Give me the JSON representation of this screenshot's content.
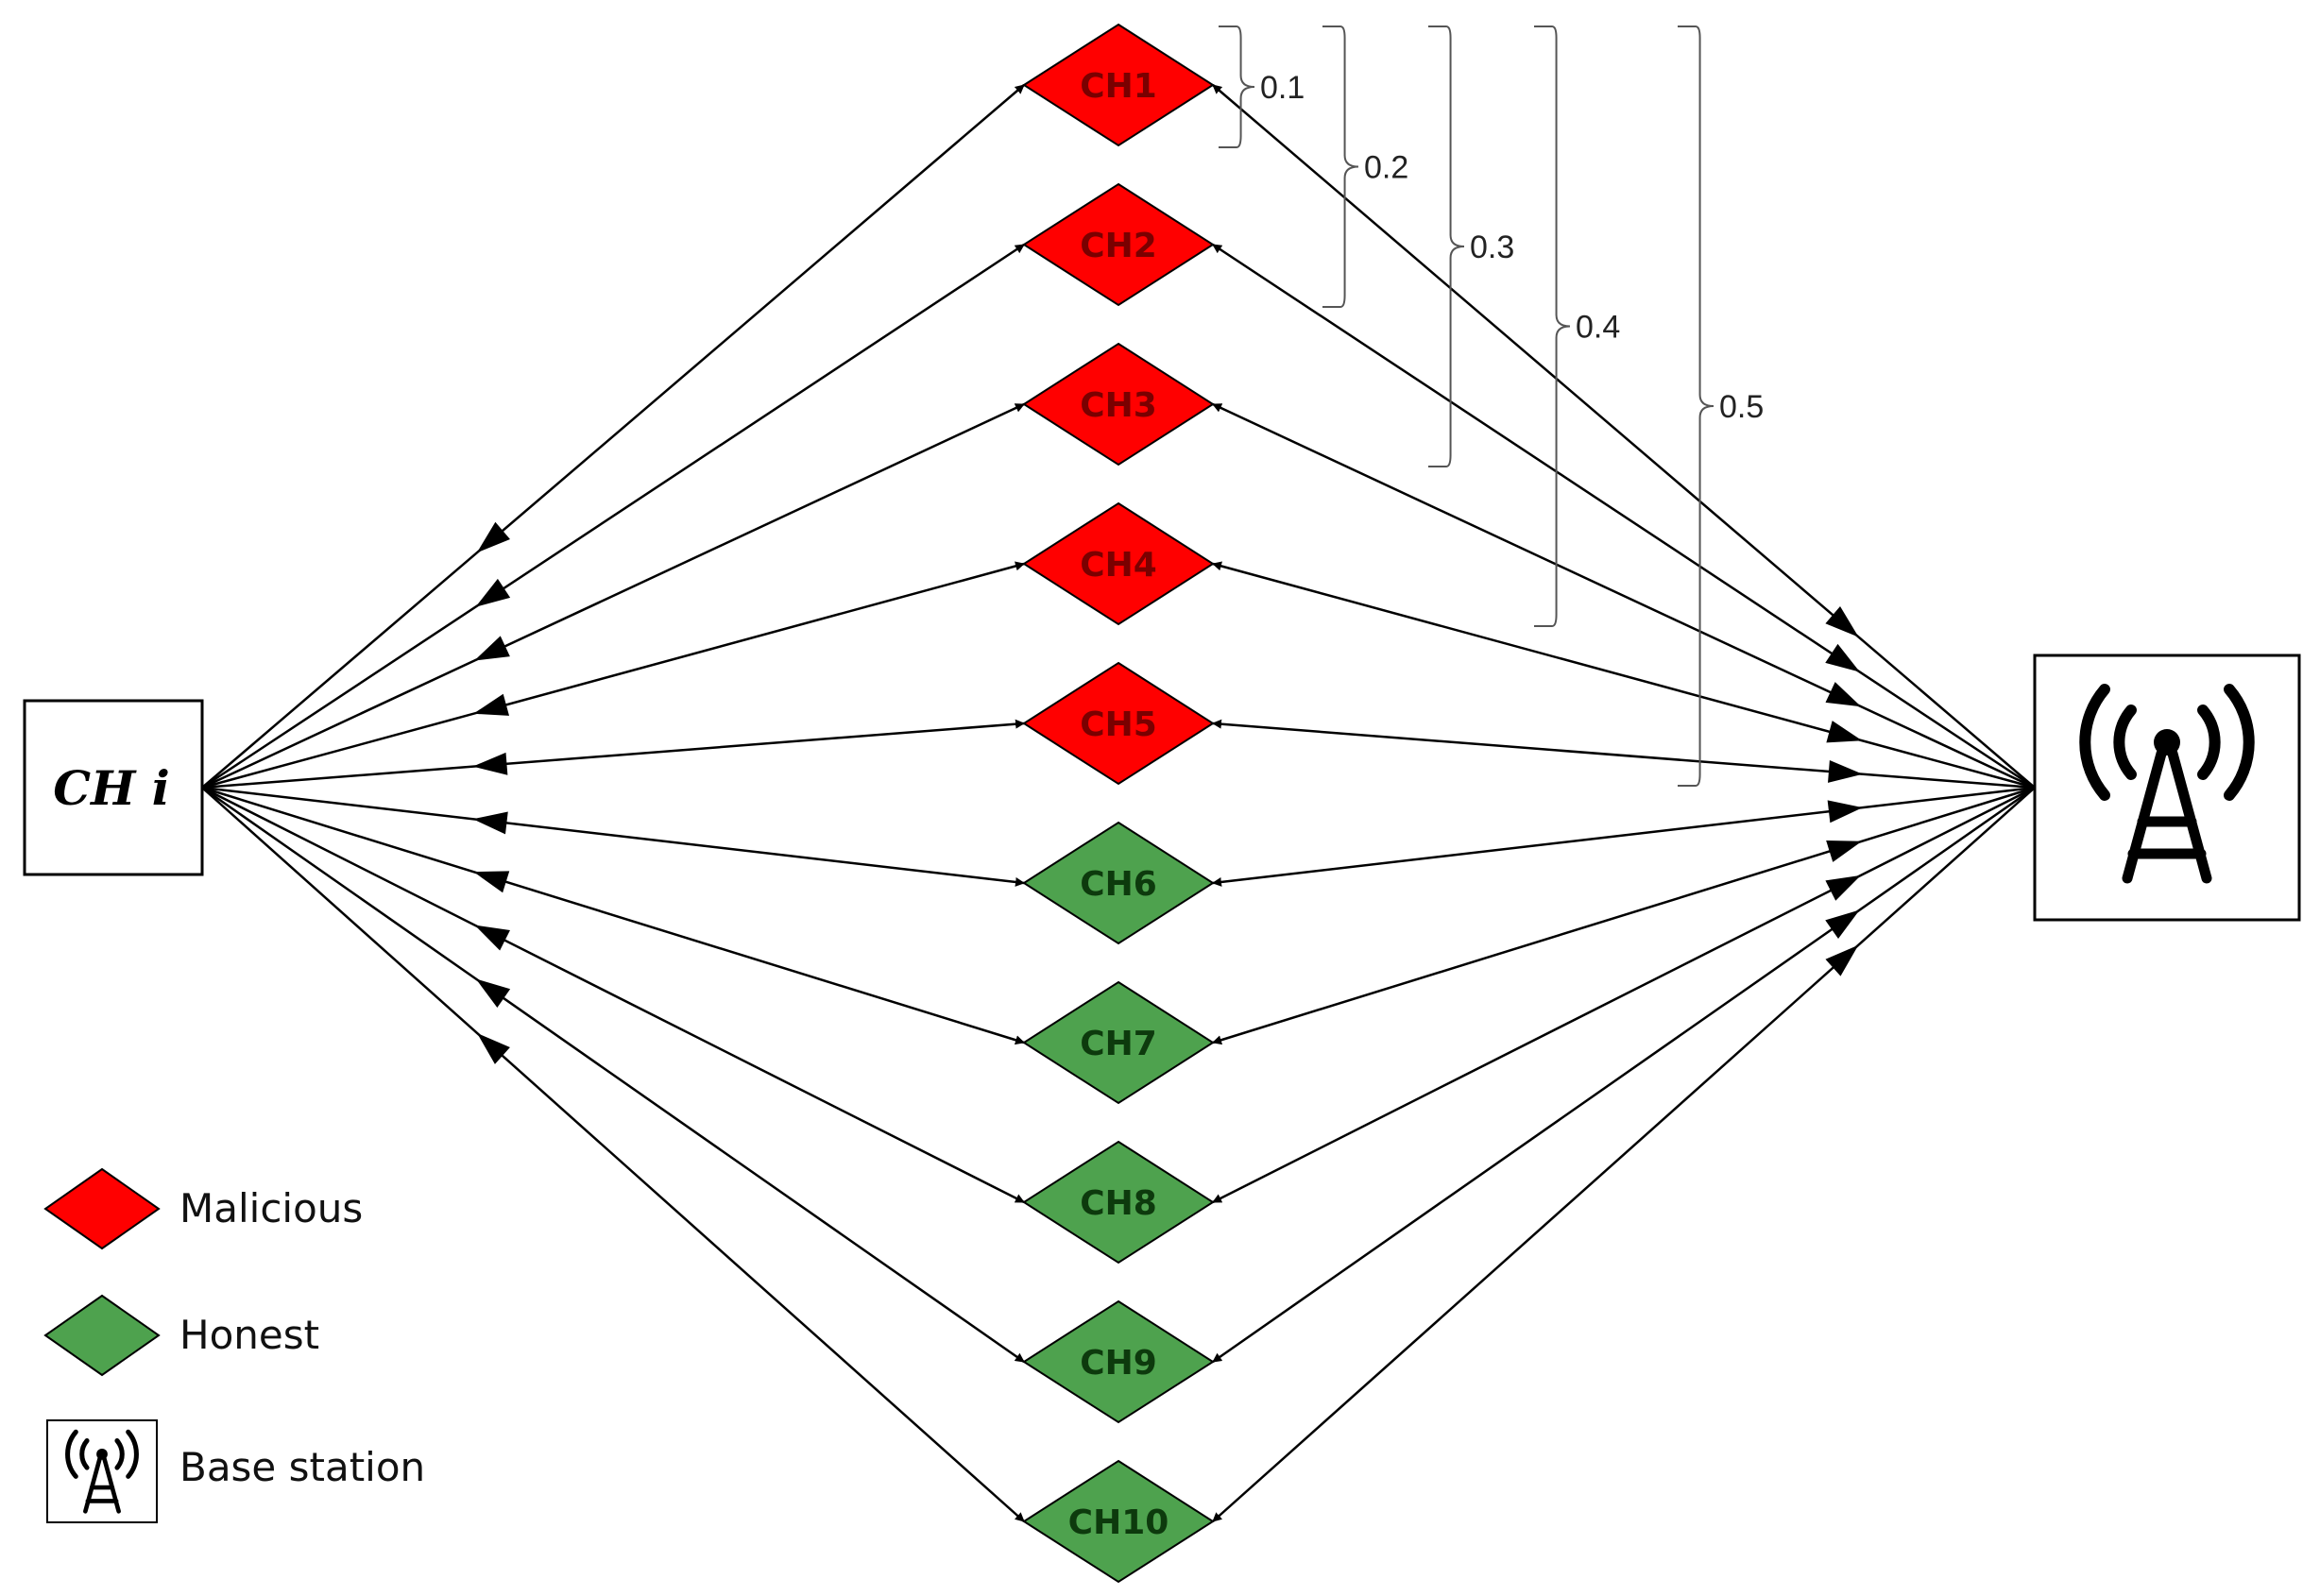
{
  "source_node": {
    "label": "CH i"
  },
  "sink_node": {
    "icon": "base-station-icon"
  },
  "cluster_heads": [
    {
      "label": "CH1",
      "status": "malicious"
    },
    {
      "label": "CH2",
      "status": "malicious"
    },
    {
      "label": "CH3",
      "status": "malicious"
    },
    {
      "label": "CH4",
      "status": "malicious"
    },
    {
      "label": "CH5",
      "status": "malicious"
    },
    {
      "label": "CH6",
      "status": "honest"
    },
    {
      "label": "CH7",
      "status": "honest"
    },
    {
      "label": "CH8",
      "status": "honest"
    },
    {
      "label": "CH9",
      "status": "honest"
    },
    {
      "label": "CH10",
      "status": "honest"
    }
  ],
  "fractions": [
    {
      "label": "0.1",
      "covers": 1
    },
    {
      "label": "0.2",
      "covers": 2
    },
    {
      "label": "0.3",
      "covers": 3
    },
    {
      "label": "0.4",
      "covers": 4
    },
    {
      "label": "0.5",
      "covers": 5
    }
  ],
  "legend": [
    {
      "label": "Malicious",
      "kind": "malicious"
    },
    {
      "label": "Honest",
      "kind": "honest"
    },
    {
      "label": "Base station",
      "kind": "base-station"
    }
  ],
  "colors": {
    "malicious": "#ff0000",
    "honest": "#4ea24e",
    "stroke": "#000000",
    "malicious_text": "#7a0000",
    "honest_text": "#0d3a0d"
  }
}
